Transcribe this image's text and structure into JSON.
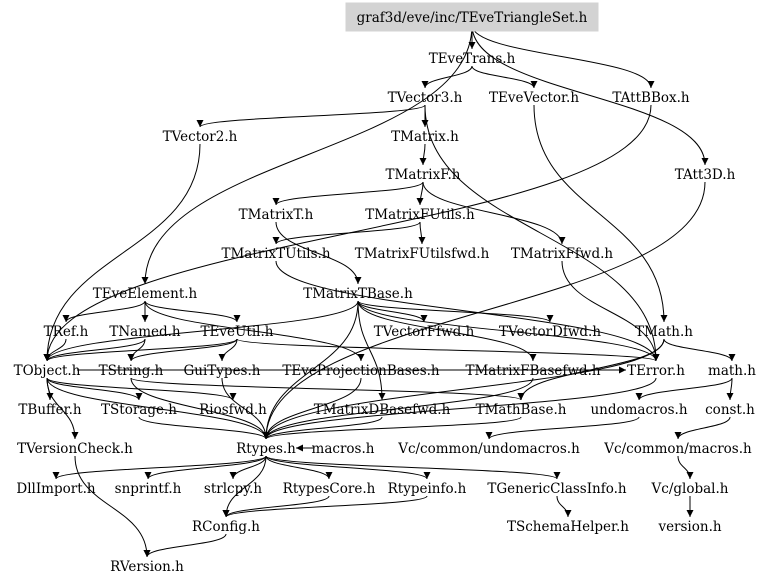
{
  "diagram": {
    "root": "graf3d/eve/inc/TEveTriangleSet.h",
    "nodes": {
      "root": "graf3d/eve/inc/TEveTriangleSet.h",
      "teveTrans": "TEveTrans.h",
      "tvector3": "TVector3.h",
      "teveVector": "TEveVector.h",
      "tattBBox": "TAttBBox.h",
      "tvector2": "TVector2.h",
      "tmatrix": "TMatrix.h",
      "tatt3d": "TAtt3D.h",
      "tmatrixF": "TMatrixF.h",
      "tmatrixT": "TMatrixT.h",
      "tmatrixFUtils": "TMatrixFUtils.h",
      "tmatrixTUtils": "TMatrixTUtils.h",
      "tmatrixFUtilsfwd": "TMatrixFUtilsfwd.h",
      "tmatrixFfwd": "TMatrixFfwd.h",
      "teveElement": "TEveElement.h",
      "tmatrixTBase": "TMatrixTBase.h",
      "tref": "TRef.h",
      "tnamed": "TNamed.h",
      "teveUtil": "TEveUtil.h",
      "tvectorFfwd": "TVectorFfwd.h",
      "tvectorDfwd": "TVectorDfwd.h",
      "tmathH": "TMath.h",
      "tobject": "TObject.h",
      "tstring": "TString.h",
      "guiTypes": "GuiTypes.h",
      "teveProjBases": "TEveProjectionBases.h",
      "tmatrixFBasefwd": "TMatrixFBasefwd.h",
      "terror": "TError.h",
      "mathH": "math.h",
      "tbuffer": "TBuffer.h",
      "tstorage": "TStorage.h",
      "riosfwd": "Riosfwd.h",
      "tmatrixDBasefwd": "TMatrixDBasefwd.h",
      "tmathBase": "TMathBase.h",
      "undomacros": "undomacros.h",
      "constH": "const.h",
      "tversionCheck": "TVersionCheck.h",
      "rtypes": "Rtypes.h",
      "macros": "macros.h",
      "vcUndomacros": "Vc/common/undomacros.h",
      "vcMacros": "Vc/common/macros.h",
      "dllImport": "DllImport.h",
      "snprintf": "snprintf.h",
      "strlcpy": "strlcpy.h",
      "rtypesCore": "RtypesCore.h",
      "rtypeinfo": "Rtypeinfo.h",
      "tgenericClassInfo": "TGenericClassInfo.h",
      "vcGlobal": "Vc/global.h",
      "rconfig": "RConfig.h",
      "tschemaHelper": "TSchemaHelper.h",
      "version": "version.h",
      "rversion": "RVersion.h"
    },
    "edges": [
      [
        "root",
        "teveTrans"
      ],
      [
        "root",
        "tattBBox"
      ],
      [
        "root",
        "tatt3d"
      ],
      [
        "root",
        "teveElement"
      ],
      [
        "teveTrans",
        "tvector3"
      ],
      [
        "teveTrans",
        "teveVector"
      ],
      [
        "tvector3",
        "tvector2"
      ],
      [
        "tvector3",
        "tmatrix"
      ],
      [
        "tvector3",
        "terror"
      ],
      [
        "teveVector",
        "tmathH"
      ],
      [
        "tattBBox",
        "tobject"
      ],
      [
        "tatt3d",
        "rtypes"
      ],
      [
        "tvector2",
        "tobject"
      ],
      [
        "tmatrix",
        "tmatrixF"
      ],
      [
        "tmatrixF",
        "tmatrixT"
      ],
      [
        "tmatrixF",
        "tmatrixFUtils"
      ],
      [
        "tmatrixF",
        "tmatrixFfwd"
      ],
      [
        "tmatrixT",
        "tmatrixTBase"
      ],
      [
        "tmatrixFUtils",
        "tmatrixTUtils"
      ],
      [
        "tmatrixFUtils",
        "tmatrixFUtilsfwd"
      ],
      [
        "tmatrixFfwd",
        "terror"
      ],
      [
        "tmatrixTUtils",
        "terror"
      ],
      [
        "teveElement",
        "tref"
      ],
      [
        "teveElement",
        "tnamed"
      ],
      [
        "teveElement",
        "teveUtil"
      ],
      [
        "teveElement",
        "teveProjBases"
      ],
      [
        "tmatrixTBase",
        "tvectorFfwd"
      ],
      [
        "tmatrixTBase",
        "tvectorDfwd"
      ],
      [
        "tmatrixTBase",
        "tmatrixFBasefwd"
      ],
      [
        "tmatrixTBase",
        "tmatrixDBasefwd"
      ],
      [
        "tmatrixTBase",
        "terror"
      ],
      [
        "tmatrixTBase",
        "tobject"
      ],
      [
        "tmatrixTBase",
        "rtypes"
      ],
      [
        "tref",
        "tobject"
      ],
      [
        "tnamed",
        "tobject"
      ],
      [
        "tnamed",
        "tstring"
      ],
      [
        "teveUtil",
        "tobject"
      ],
      [
        "teveUtil",
        "tstring"
      ],
      [
        "teveUtil",
        "guiTypes"
      ],
      [
        "teveUtil",
        "terror"
      ],
      [
        "tmathH",
        "tmathBase"
      ],
      [
        "tmathH",
        "mathH"
      ],
      [
        "tmathH",
        "rtypes"
      ],
      [
        "tobject",
        "tbuffer"
      ],
      [
        "tobject",
        "tstorage"
      ],
      [
        "tobject",
        "riosfwd"
      ],
      [
        "tobject",
        "tversionCheck"
      ],
      [
        "tobject",
        "rtypes"
      ],
      [
        "tobject",
        "terror"
      ],
      [
        "tstring",
        "rtypes"
      ],
      [
        "tstring",
        "tmathBase"
      ],
      [
        "guiTypes",
        "rtypes"
      ],
      [
        "teveProjBases",
        "rtypes"
      ],
      [
        "tmatrixFBasefwd",
        "rtypes"
      ],
      [
        "tmatrixDBasefwd",
        "rtypes"
      ],
      [
        "terror",
        "rtypes"
      ],
      [
        "mathH",
        "constH"
      ],
      [
        "mathH",
        "undomacros"
      ],
      [
        "constH",
        "vcMacros"
      ],
      [
        "undomacros",
        "vcUndomacros"
      ],
      [
        "tstorage",
        "rtypes"
      ],
      [
        "tmathBase",
        "rtypes"
      ],
      [
        "tversionCheck",
        "rversion"
      ],
      [
        "rtypes",
        "dllImport"
      ],
      [
        "rtypes",
        "snprintf"
      ],
      [
        "rtypes",
        "strlcpy"
      ],
      [
        "rtypes",
        "rtypesCore"
      ],
      [
        "rtypes",
        "rtypeinfo"
      ],
      [
        "rtypes",
        "tgenericClassInfo"
      ],
      [
        "rtypes",
        "rconfig"
      ],
      [
        "tgenericClassInfo",
        "tschemaHelper"
      ],
      [
        "vcMacros",
        "vcGlobal"
      ],
      [
        "vcGlobal",
        "version"
      ],
      [
        "rtypeinfo",
        "rconfig"
      ],
      [
        "rtypesCore",
        "rconfig"
      ],
      [
        "rconfig",
        "rversion"
      ],
      [
        "macros",
        "rtypes"
      ]
    ]
  }
}
